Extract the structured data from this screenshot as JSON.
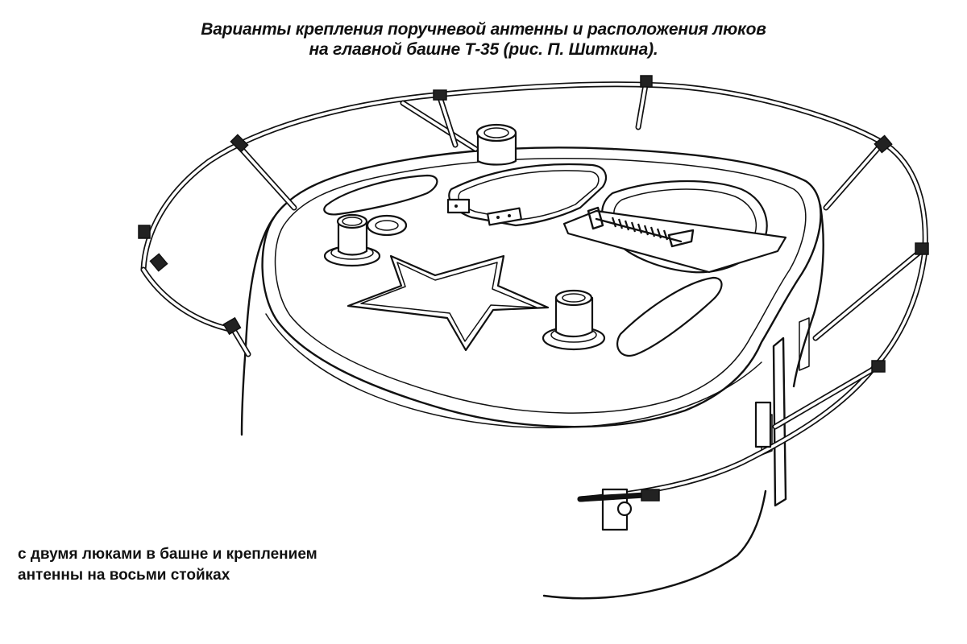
{
  "title": {
    "line1": "Варианты крепления поручневой антенны и расположения люков",
    "line2": "на главной башне Т-35 (рис. П. Шиткина)."
  },
  "caption": {
    "line1": "с двумя люками в башне и креплением",
    "line2": "антенны на восьми стойках"
  }
}
